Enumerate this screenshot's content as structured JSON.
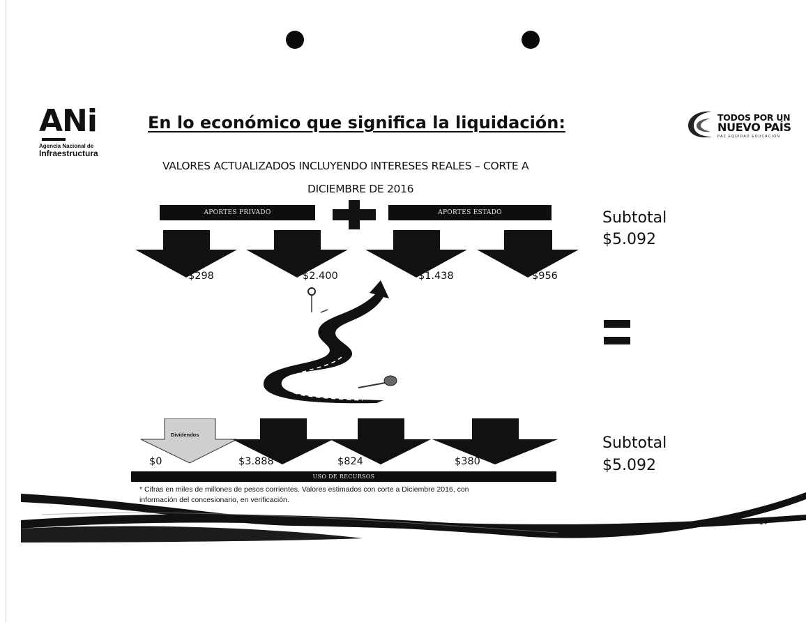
{
  "agency_logo": {
    "mark": "ANi",
    "line1": "Agencia Nacional de",
    "line2": "Infraestructura"
  },
  "title": "En lo económico que significa la liquidación:",
  "government_logo": {
    "line1": "TODOS POR UN",
    "line2": "NUEVO PAÍS",
    "line3": "PAZ   EQUIDAD   EDUCACIÓN"
  },
  "heading": {
    "line1": "VALORES ACTUALIZADOS INCLUYENDO INTERESES REALES – CORTE A",
    "line2": "DICIEMBRE DE 2016"
  },
  "top_section": {
    "bar_private": "APORTES  PRIVADO",
    "bar_state": "APORTES ESTADO",
    "values": [
      "$298",
      "$2.400",
      "$1.438",
      "$956"
    ],
    "subtotal_label": "Subtotal",
    "subtotal_value": "$5.092"
  },
  "bottom_section": {
    "dividends_label": "Dividendos",
    "values": [
      "$0",
      "$3.888",
      "$824",
      "$380"
    ],
    "bar_uses": "USO DE RECURSOS",
    "subtotal_label": "Subtotal",
    "subtotal_value": "$5.092"
  },
  "footnote": {
    "line1": "* Cifras en miles de millones de pesos corrientes. Valores estimados con corte a Diciembre 2016, con",
    "line2": "información del concesionario, en verificación."
  },
  "page_number": "14"
}
